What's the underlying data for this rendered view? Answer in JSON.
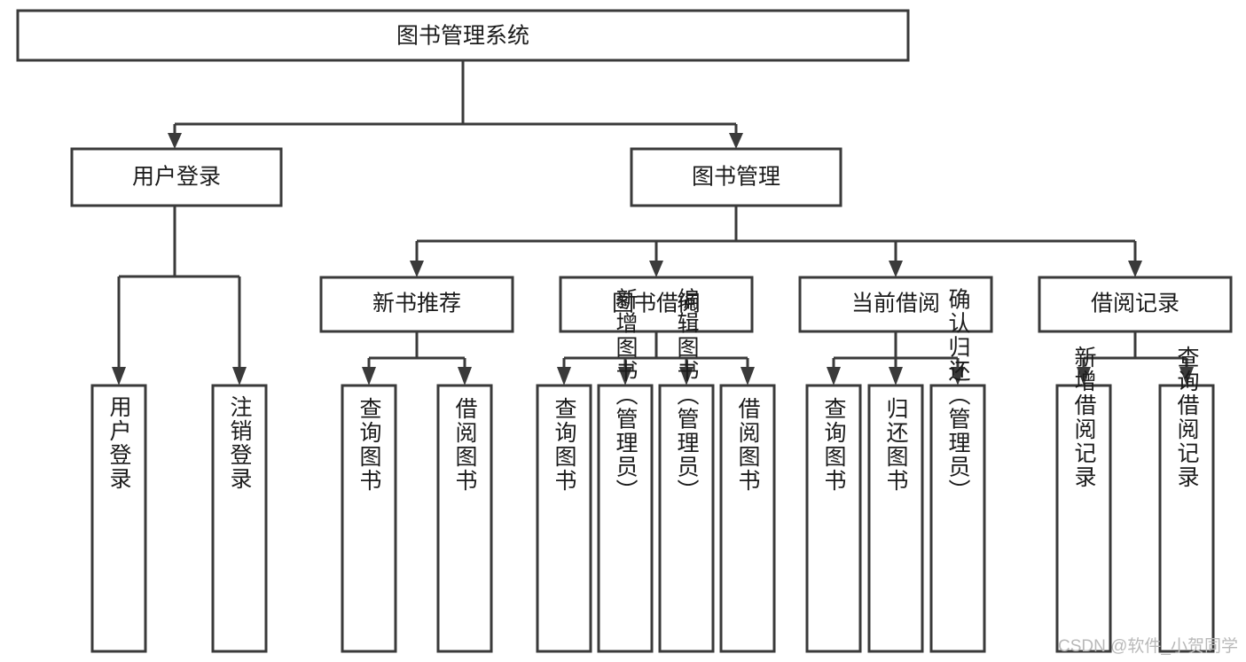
{
  "diagram": {
    "title": "图书管理系统",
    "type": "tree-hierarchy-diagram",
    "root": {
      "id": "root",
      "label": "图书管理系统"
    },
    "level2": [
      {
        "id": "user-login",
        "label": "用户登录"
      },
      {
        "id": "book-management",
        "label": "图书管理"
      }
    ],
    "level3": [
      {
        "id": "new-book-recommend",
        "label": "新书推荐",
        "parent": "book-management"
      },
      {
        "id": "book-borrow",
        "label": "图书借阅",
        "parent": "book-management"
      },
      {
        "id": "current-borrow",
        "label": "当前借阅",
        "parent": "book-management"
      },
      {
        "id": "borrow-record",
        "label": "借阅记录",
        "parent": "book-management"
      }
    ],
    "leaves": [
      {
        "id": "leaf-user-login",
        "label": "用户登录",
        "parent": "user-login"
      },
      {
        "id": "leaf-logout",
        "label": "注销登录",
        "parent": "user-login"
      },
      {
        "id": "leaf-query-book-1",
        "label": "查询图书",
        "parent": "new-book-recommend"
      },
      {
        "id": "leaf-borrow-book-1",
        "label": "借阅图书",
        "parent": "new-book-recommend"
      },
      {
        "id": "leaf-query-book-2",
        "label": "查询图书",
        "parent": "book-borrow"
      },
      {
        "id": "leaf-add-book",
        "label": "新增图书（管理员）",
        "parent": "book-borrow"
      },
      {
        "id": "leaf-edit-book",
        "label": "编辑图书（管理员）",
        "parent": "book-borrow"
      },
      {
        "id": "leaf-borrow-book-2",
        "label": "借阅图书",
        "parent": "book-borrow"
      },
      {
        "id": "leaf-query-book-3",
        "label": "查询图书",
        "parent": "current-borrow"
      },
      {
        "id": "leaf-return-book",
        "label": "归还图书",
        "parent": "current-borrow"
      },
      {
        "id": "leaf-confirm-return",
        "label": "确认归还（管理员）",
        "parent": "current-borrow"
      },
      {
        "id": "leaf-add-record",
        "label": "新增借阅记录",
        "parent": "borrow-record"
      },
      {
        "id": "leaf-query-record",
        "label": "查询借阅记录",
        "parent": "borrow-record"
      }
    ]
  },
  "watermark": {
    "text": "CSDN @软件_小贺同学"
  },
  "colors": {
    "stroke": "#3a3a3a",
    "box_fill": "#ffffff",
    "text": "#1b1b1b",
    "background": "#ffffff",
    "watermark": "#b9b9b9"
  }
}
